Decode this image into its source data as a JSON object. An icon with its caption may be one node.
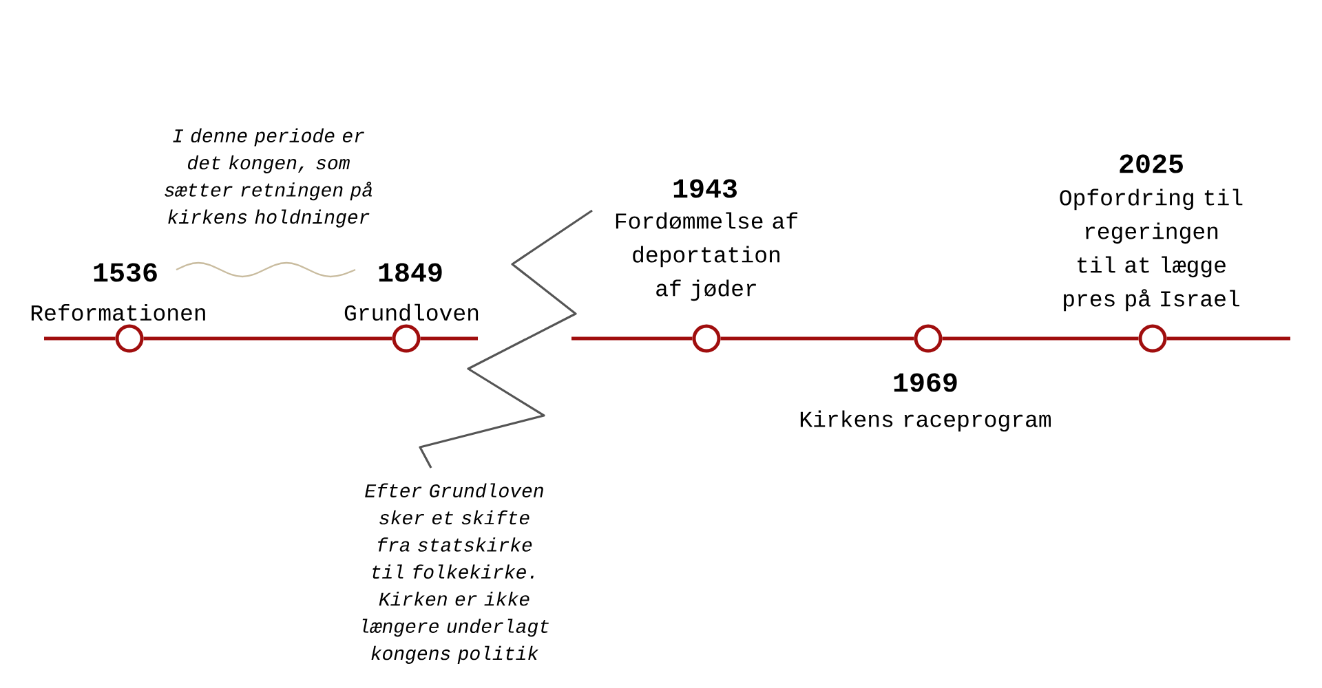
{
  "diagram": {
    "nodes": [
      {
        "text": [],
        "shape": "circle",
        "beside": [
          "1536",
          "Reformationen"
        ]
      },
      {
        "text": [],
        "shape": "circle",
        "beside": [
          "1849",
          "Grundloven"
        ]
      },
      {
        "text": [],
        "shape": "circle",
        "beside": [
          "1943",
          "Fordømmelse af deportation af jøder"
        ]
      },
      {
        "text": [],
        "shape": "circle",
        "beside": [
          "1969",
          "Kirkens raceprogram"
        ]
      },
      {
        "text": [],
        "shape": "circle",
        "beside": [
          "2025",
          "Opfordring til regeringen til at lægge pres på Israel"
        ]
      }
    ],
    "edges": [
      {
        "from": 0,
        "to": 1,
        "arrow": "none"
      },
      {
        "from": 2,
        "to": 3,
        "arrow": "none"
      },
      {
        "from": 3,
        "to": 4,
        "arrow": "none"
      }
    ],
    "labels": [
      "I denne periode er det kongen, som sætter retningen på kirkens holdninger",
      "Efter Grundloven sker et skifte fra statskirke til folkekirke. Kirken er ikke længere underlagt kongens politik"
    ]
  }
}
